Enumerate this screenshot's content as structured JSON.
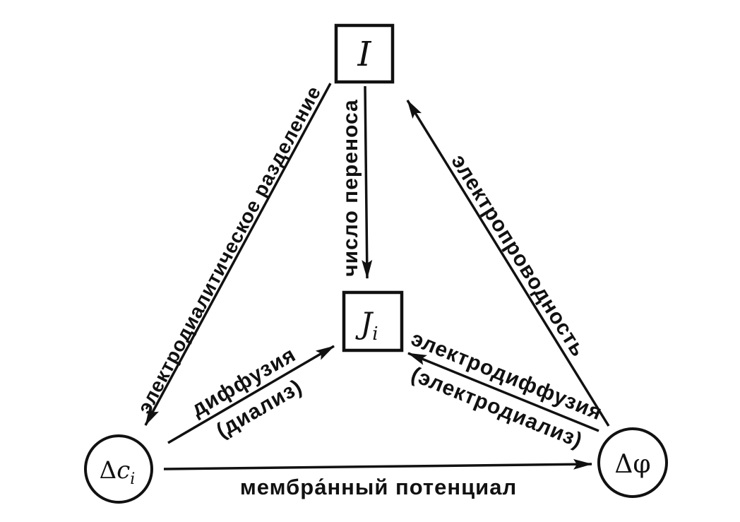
{
  "colors": {
    "ink": "#111111",
    "background": "#ffffff"
  },
  "nodes": {
    "current": {
      "symbol": "I"
    },
    "flux": {
      "symbol": "J",
      "subscript": "i"
    },
    "concentration": {
      "prefix": "Δ",
      "symbol": "c",
      "subscript": "i"
    },
    "potential": {
      "symbol": "Δφ"
    }
  },
  "edges": {
    "transference": {
      "label": "число переноса",
      "from": "current",
      "to": "flux"
    },
    "electrodialytic": {
      "label": "электродиалитическое разделение",
      "from": "current",
      "to": "concentration"
    },
    "conductivity": {
      "label": "электропроводность",
      "from": "potential",
      "to": "current"
    },
    "diffusion": {
      "label": "диффузия",
      "sublabel": "(диализ)",
      "from": "concentration",
      "to": "flux"
    },
    "electrodiffusion": {
      "label": "электродиффузия",
      "sublabel": "(электродиализ)",
      "from": "potential",
      "to": "flux"
    },
    "membrane_potential": {
      "label": "мембра́нный потенциал",
      "from": "concentration",
      "to": "potential"
    }
  }
}
